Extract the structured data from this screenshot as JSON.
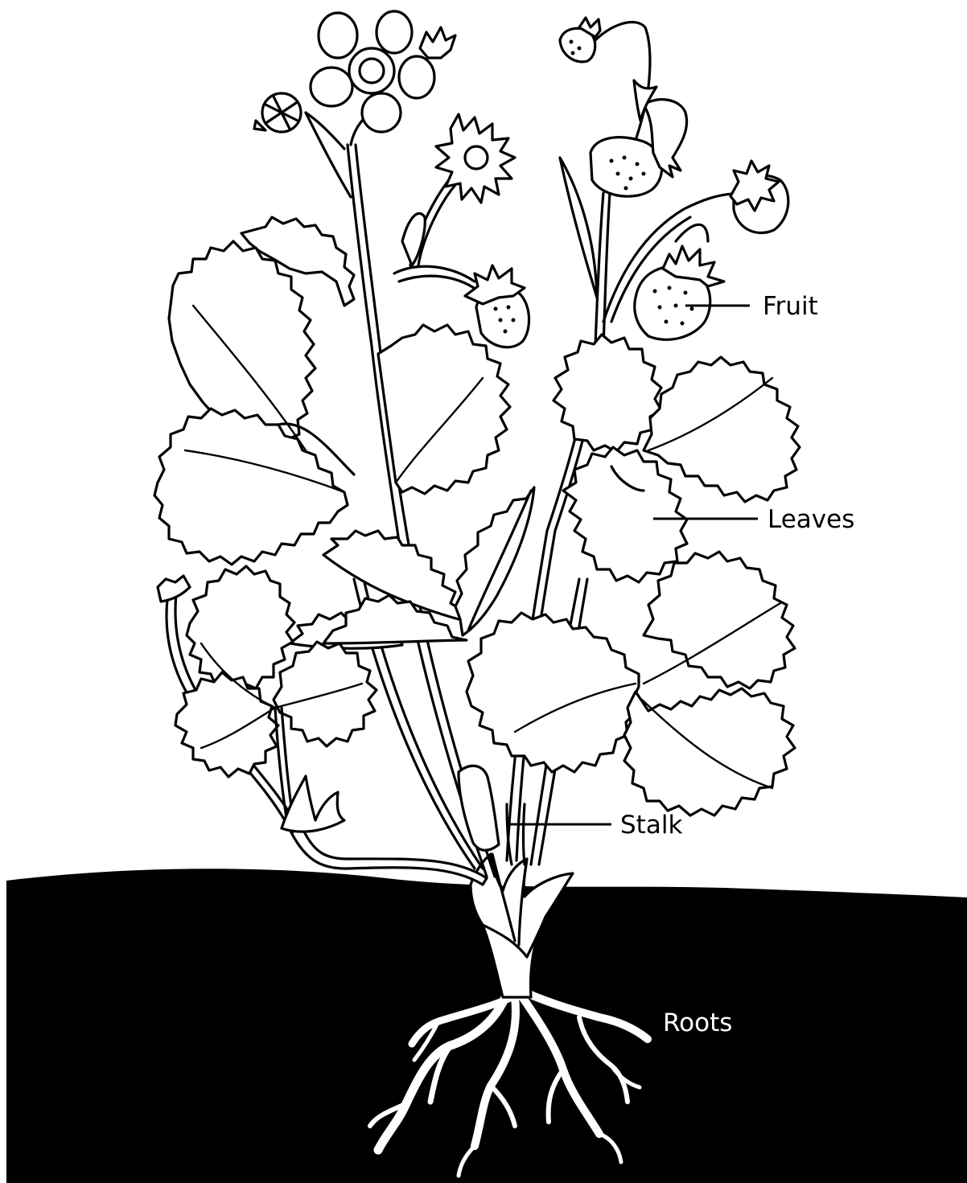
{
  "diagram": {
    "labels": {
      "fruit": "Fruit",
      "leaves": "Leaves",
      "stalk": "Stalk",
      "roots": "Roots"
    },
    "colors": {
      "ink": "#000000",
      "paper": "#ffffff",
      "soil": "#000000"
    }
  }
}
